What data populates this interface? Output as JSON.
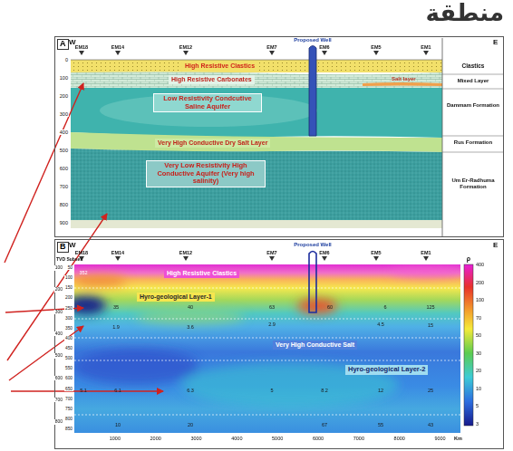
{
  "diagram": {
    "title": "منطقة",
    "nodes": [
      {
        "text": [
          "A"
        ]
      },
      {
        "text": [
          "High Resistive Clastics"
        ],
        "in": 0
      },
      {
        "text": [
          "High Resistive Carbonates"
        ],
        "in": 0
      },
      {
        "text": [
          "Low Resistivity Condcutive Saline Aquifer"
        ],
        "in": 0
      },
      {
        "text": [
          "Very High Conductive Dry Salt Layer"
        ],
        "in": 0
      },
      {
        "text": [
          "Very Low Resistivity High Conductive Aquifer (Very high salinity)"
        ],
        "in": 0
      },
      {
        "text": [
          "B"
        ]
      },
      {
        "text": [
          "High Resistive Clastics"
        ],
        "in": 6
      },
      {
        "text": [
          "Hyro-geological Layer-1"
        ],
        "in": 6
      },
      {
        "text": [
          "Very High Conductive Salt"
        ],
        "in": 6
      },
      {
        "text": [
          "Hyro-geological Layer-2"
        ],
        "in": 6
      }
    ],
    "labels": [
      "W",
      "E",
      "EM18",
      "EM14",
      "EM12",
      "EM7",
      "EM6",
      "EM5",
      "EM1",
      "Proposed Well",
      "0",
      "100",
      "200",
      "300",
      "400",
      "500",
      "600",
      "700",
      "800",
      "900",
      "Salt layer",
      "Clastics",
      "Mixed Layer",
      "Dammam Formation",
      "Rus Formation",
      "Um Er-Radhuma Formation",
      "W",
      "E",
      "TVD Subsea",
      "EM18",
      "EM14",
      "EM12",
      "EM7",
      "EM6",
      "EM5",
      "EM1",
      "Proposed Well",
      "100",
      "200",
      "300",
      "400",
      "500",
      "600",
      "700",
      "800",
      "50",
      "100",
      "150",
      "200",
      "250",
      "300",
      "350",
      "400",
      "450",
      "500",
      "550",
      "600",
      "650",
      "700",
      "750",
      "800",
      "850",
      "1000",
      "2000",
      "3000",
      "4000",
      "5000",
      "6000",
      "7000",
      "8000",
      "9000",
      "Km",
      "ρ",
      "400",
      "200",
      "100",
      "70",
      "50",
      "30",
      "20",
      "10",
      "5",
      "3",
      "352",
      "35",
      "40",
      "63",
      "60",
      "6",
      "125",
      "1.9",
      "3.6",
      "2.9",
      "4.5",
      "15",
      "5.1",
      "6.1",
      "6.3",
      "5",
      "8.2",
      "12",
      "25",
      "10",
      "20",
      "67",
      "55",
      "43"
    ]
  }
}
